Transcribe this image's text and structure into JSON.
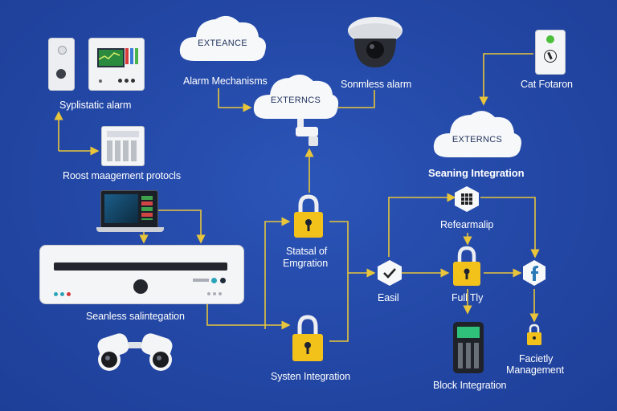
{
  "clouds": {
    "top_left": "EXTEANCE",
    "center": "EXTERNCS",
    "right": "EXTERNCS"
  },
  "labels": {
    "syplistatic_alarm": "Syplistatic alarm",
    "alarm_mechanisms": "Alarm Mechanisms",
    "sonmless_alarm": "Sonmless alarm",
    "cat_fotaron": "Cat Fotaron",
    "roost_management": "Roost maagement protocls",
    "seaning_integration": "Seaning Integration",
    "refearmalip": "Refearmalip",
    "statsal_emgration_1": "Statsal of",
    "statsal_emgration_2": "Emgration",
    "easil": "Easil",
    "full_tly": "Full Tly",
    "seanless_sal": "Seanless salintegation",
    "system_integration": "Systen Integration",
    "block_integration": "Block Integration",
    "facietly_1": "Facietly",
    "facietly_2": "Management"
  },
  "colors": {
    "background": "#2347a5",
    "connector": "#e8c53a",
    "lock": "#f2c21b",
    "device_white": "#f4f5f7"
  }
}
